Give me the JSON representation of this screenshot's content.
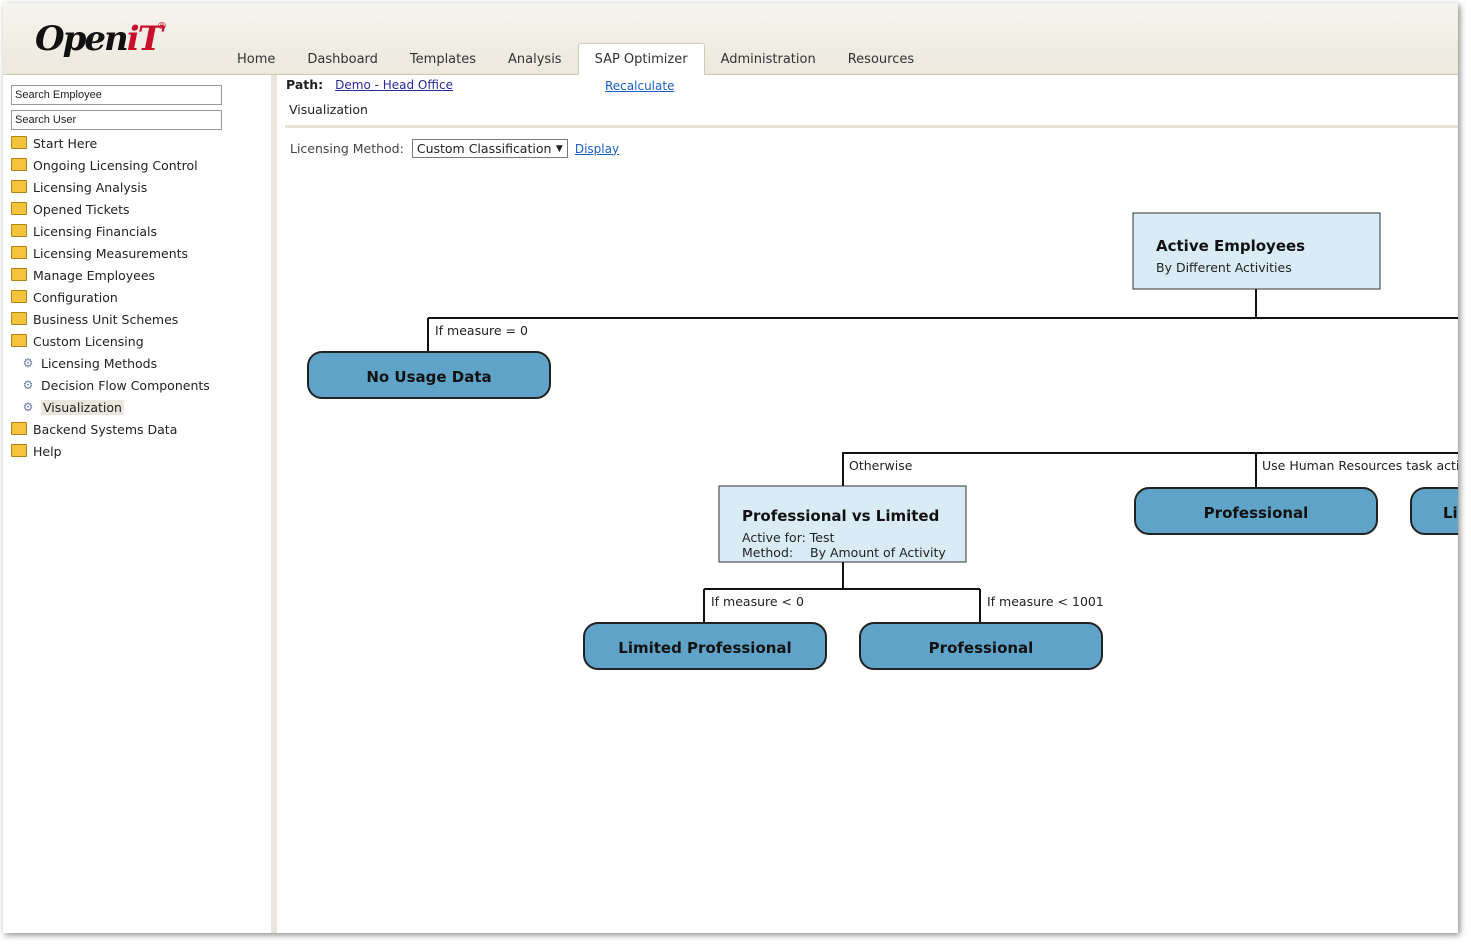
{
  "app": {
    "logo_text": "Open",
    "logo_accent": "iT",
    "logo_reg": "®"
  },
  "nav": {
    "tabs": [
      "Home",
      "Dashboard",
      "Templates",
      "Analysis",
      "SAP Optimizer",
      "Administration",
      "Resources"
    ],
    "active": "SAP Optimizer"
  },
  "sidebar": {
    "search_employee": "Search Employee",
    "search_user": "Search User",
    "items": [
      {
        "label": "Start Here",
        "icon": "folder-icon"
      },
      {
        "label": "Ongoing Licensing Control",
        "icon": "folder-icon"
      },
      {
        "label": "Licensing Analysis",
        "icon": "folder-icon"
      },
      {
        "label": "Opened Tickets",
        "icon": "folder-icon"
      },
      {
        "label": "Licensing Financials",
        "icon": "folder-icon"
      },
      {
        "label": "Licensing Measurements",
        "icon": "folder-icon"
      },
      {
        "label": "Manage Employees",
        "icon": "folder-icon"
      },
      {
        "label": "Configuration",
        "icon": "folder-icon"
      },
      {
        "label": "Business Unit Schemes",
        "icon": "folder-icon"
      },
      {
        "label": "Custom Licensing",
        "icon": "folder-open-icon"
      },
      {
        "label": "Licensing Methods",
        "icon": "gear-icon",
        "child": true
      },
      {
        "label": "Decision Flow Components",
        "icon": "gear-icon",
        "child": true
      },
      {
        "label": "Visualization",
        "icon": "gear-icon",
        "child": true,
        "selected": true
      },
      {
        "label": "Backend Systems Data",
        "icon": "folder-icon"
      },
      {
        "label": "Help",
        "icon": "folder-icon"
      }
    ]
  },
  "main": {
    "path_label": "Path:",
    "path_link": "Demo - Head Office",
    "recalculate": "Recalculate",
    "page_title": "Visualization",
    "licensing_method_label": "Licensing Method:",
    "licensing_method_value": "Custom Classification",
    "display_link": "Display"
  },
  "flow": {
    "root": {
      "title": "Active Employees",
      "subtitle": "By Different Activities"
    },
    "edge_no_usage": "If measure = 0",
    "no_usage": "No Usage Data",
    "edge_otherwise": "Otherwise",
    "edge_hr": "Use Human Resources task acti",
    "decision": {
      "title": "Professional vs Limited",
      "active_for": "Active for: Test",
      "method_label": "Method:",
      "method_value": "By Amount of Activity"
    },
    "edge_lt0": "If measure < 0",
    "edge_lt1001": "If measure < 1001",
    "limited_professional": "Limited Professional",
    "professional_1": "Professional",
    "professional_2": "Professional",
    "cut_node": "Li"
  },
  "colors": {
    "node_fill": "#5fa3c8",
    "box_fill": "#d9ecf5",
    "link": "#1a5fc8",
    "logo_accent": "#c8102e"
  }
}
